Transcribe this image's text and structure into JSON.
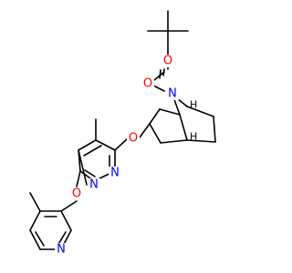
{
  "colors": {
    "background": "#ffffff",
    "bond": "#000000",
    "oxygen": "#ff0000",
    "nitrogen": "#0000ff",
    "stereo_h": "#000000"
  },
  "atoms": {
    "o_carbonyl": "O",
    "o_ester": "O",
    "n_bridge": "N",
    "o_ether_top": "O",
    "o_ether_bottom": "O",
    "n_pyrimidine_right": "N",
    "n_pyrimidine_bottom": "N",
    "n_pyridine": "N",
    "h_stereo_top": "H",
    "h_stereo_bottom": "H"
  }
}
